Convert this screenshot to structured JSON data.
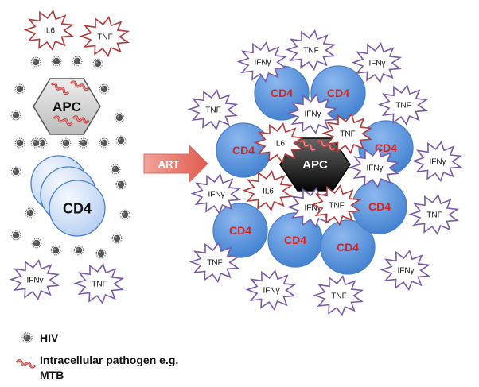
{
  "labels": {
    "apc": "APC",
    "cd4": "CD4",
    "il6": "IL6",
    "tnf": "TNF",
    "ifng": "IFNγ",
    "art": "ART"
  },
  "legend": {
    "hiv": "HIV",
    "pathogen_line1": "Intracellular pathogen e.g.",
    "pathogen_line2": "MTB"
  },
  "colors": {
    "cd4_fill_light": "#dbe8fb",
    "cd4_fill_dark": "#4f8fdc",
    "cd4_text_red": "#d9231f",
    "apc_left_fill": "#cfcfcf",
    "apc_right_fill": "#111111",
    "il6_tnf_border": "#b33a3a",
    "ifng_border": "#7a5ba8",
    "art_arrow": "#e66a5e",
    "hiv_dot": "#555555",
    "pathogen": "#c04a4a"
  },
  "icons": {
    "hiv": "hiv-particle-icon",
    "pathogen": "mtb-squiggle-icon",
    "arrow": "right-arrow-icon"
  }
}
